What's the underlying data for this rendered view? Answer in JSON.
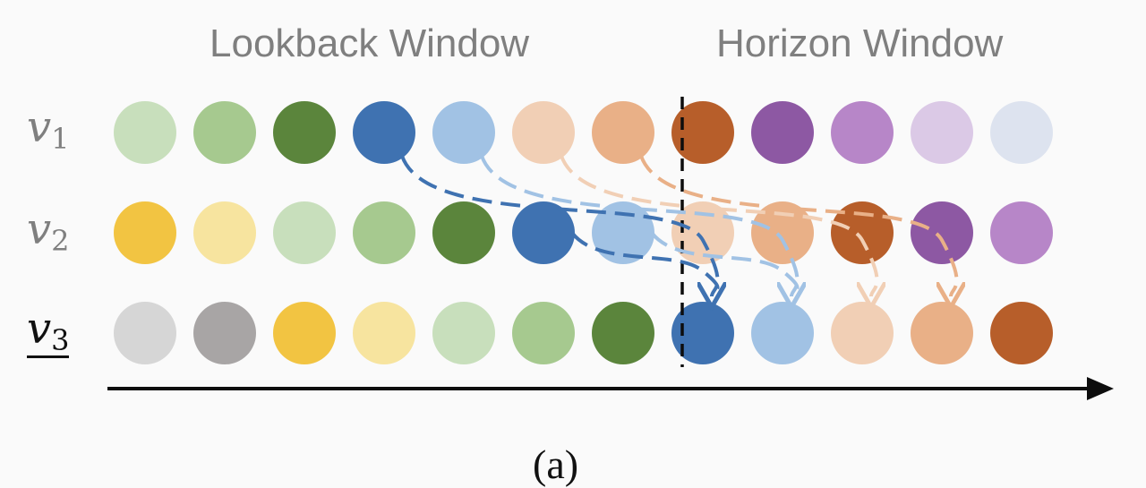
{
  "titles": {
    "lookback": "Lookback Window",
    "horizon": "Horizon Window"
  },
  "variables": [
    {
      "name": "v",
      "index": "1",
      "highlighted": false
    },
    {
      "name": "v",
      "index": "2",
      "highlighted": false
    },
    {
      "name": "v",
      "index": "3",
      "highlighted": true
    }
  ],
  "caption": "(a)",
  "colors": {
    "light_green": "#c8dfbc",
    "mid_green": "#a6c98f",
    "dark_green": "#5b853c",
    "blue": "#3f72b1",
    "light_blue": "#a1c2e4",
    "peach": "#f1cfb5",
    "light_orange": "#e9b087",
    "rust": "#b75e2a",
    "purple": "#8d58a3",
    "light_purple": "#b786c8",
    "lavender": "#dbc9e6",
    "pale_blue": "#dde3ef",
    "yellow": "#f2c442",
    "pale_yellow": "#f7e49f",
    "light_gray": "#d6d6d6",
    "gray": "#a8a5a5",
    "axis": "#0d0d0d"
  },
  "rows": [
    [
      "light_green",
      "mid_green",
      "dark_green",
      "blue",
      "light_blue",
      "peach",
      "light_orange",
      "rust",
      "purple",
      "light_purple",
      "lavender",
      "pale_blue"
    ],
    [
      "yellow",
      "pale_yellow",
      "light_green",
      "mid_green",
      "dark_green",
      "blue",
      "light_blue",
      "peach",
      "light_orange",
      "rust",
      "purple",
      "light_purple"
    ],
    [
      "light_gray",
      "gray",
      "yellow",
      "pale_yellow",
      "light_green",
      "mid_green",
      "dark_green",
      "blue",
      "light_blue",
      "peach",
      "light_orange",
      "rust"
    ]
  ],
  "lookback_length": 7,
  "arrows": [
    {
      "from_row": 0,
      "from_col": 3,
      "to_row": 2,
      "to_col": 7,
      "color": "blue"
    },
    {
      "from_row": 0,
      "from_col": 4,
      "to_row": 2,
      "to_col": 8,
      "color": "light_blue"
    },
    {
      "from_row": 0,
      "from_col": 5,
      "to_row": 2,
      "to_col": 9,
      "color": "peach"
    },
    {
      "from_row": 0,
      "from_col": 6,
      "to_row": 2,
      "to_col": 10,
      "color": "light_orange"
    },
    {
      "from_row": 1,
      "from_col": 5,
      "to_row": 2,
      "to_col": 7,
      "color": "blue"
    },
    {
      "from_row": 1,
      "from_col": 6,
      "to_row": 2,
      "to_col": 8,
      "color": "light_blue"
    }
  ]
}
